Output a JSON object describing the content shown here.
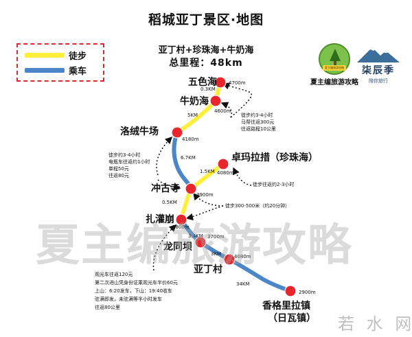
{
  "title": "稻城亚丁景区·地图",
  "subtitle": {
    "route": "亚丁村+珍珠海+牛奶海",
    "total": "总里程：48km"
  },
  "legend": {
    "hiking": {
      "label": "徒步",
      "color": "#ffef3a"
    },
    "riding": {
      "label": "乘车",
      "color": "#4a86c8"
    }
  },
  "logos": {
    "guide_badge": {
      "icon": "tree-badge-icon",
      "tag_text": "夏主编旅游攻略",
      "label": "夏主编旅游攻略"
    },
    "brand": {
      "icon": "mountain-icon",
      "label": "柒辰季",
      "sub": "陪你旅行"
    }
  },
  "places": {
    "wuse": {
      "name": "五色海",
      "alt": "4700m",
      "distance_in": "0.3KM"
    },
    "niunai": {
      "name": "牛奶海",
      "alt": "4600m",
      "distance_in": "5KM"
    },
    "luorong": {
      "name": "洛绒牛场",
      "alt": "4180m",
      "distance_in": "6.7KM"
    },
    "zhuoma": {
      "name": "卓玛拉措（珍珠海）",
      "alt": "4080m",
      "distance_in": "1.5KM"
    },
    "chonggu": {
      "name": "冲古寺",
      "alt": "3900m",
      "distance_in": "0.5KM"
    },
    "zhaguan": {
      "name": "扎灌崩",
      "alt": "3800m",
      "distance_in": "3.4KM"
    },
    "longtong": {
      "name": "龙同坝",
      "alt": "3700m",
      "distance_in": "3KM"
    },
    "yading": {
      "name": "亚丁村",
      "alt": "4080m",
      "distance_in": "34KM"
    },
    "shangri": {
      "name": "香格里拉镇",
      "name2": "（日瓦镇）",
      "alt": "2900m"
    }
  },
  "notes": {
    "niunai": [
      "徒步约3-4小时",
      "马帮往返300元",
      "往返路程10公里"
    ],
    "luorong": [
      "徒步约3-4小时",
      "电瓶车往返约1小时",
      "单程50元",
      "往返80元"
    ],
    "zhuoma": "徒步往返约2-3小时",
    "chonggu": "徒步300-500米（约20分钟）",
    "bus": [
      "观光车往返120元",
      "第二次进山凭身份证乘观光车半价60元",
      "上山：6:20发车，下山：19:40收车",
      "驻满即发，未驻满等半小时发车",
      "往返80公里"
    ]
  },
  "watermark": "夏主编旅游攻略",
  "site_mark": "若 水 网"
}
